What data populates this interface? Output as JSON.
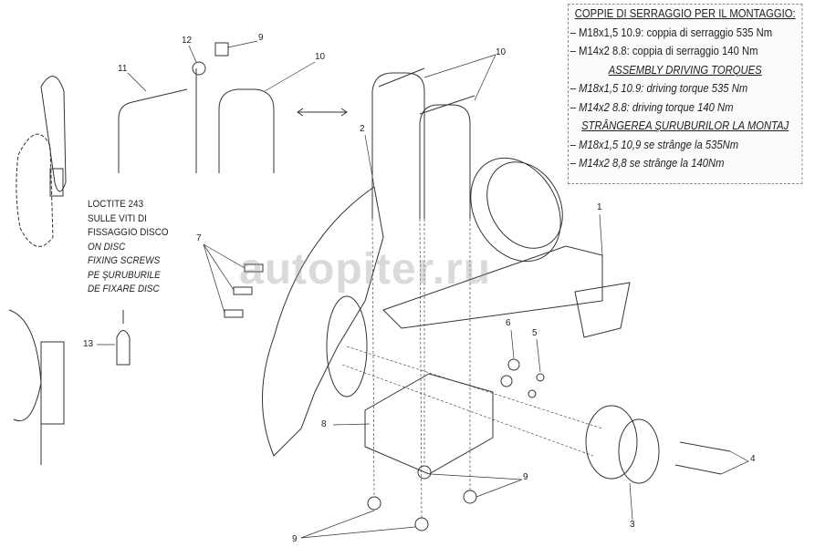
{
  "torque_box": {
    "it_title": "COPPIE DI SERRAGGIO PER IL MONTAGGIO:",
    "it_1": "– M18x1,5 10.9: coppia di serraggio 535 Nm",
    "it_2": "– M14x2 8.8: coppia di serraggio 140 Nm",
    "en_title": "ASSEMBLY DRIVING TORQUES",
    "en_1": "– M18x1,5 10.9: driving torque 535 Nm",
    "en_2": "– M14x2 8.8: driving torque 140 Nm",
    "ro_title": "STRÂNGEREA ŞURUBURILOR LA MONTAJ",
    "ro_1": "– M18x1,5 10,9 se strânge la 535Nm",
    "ro_2": "– M14x2 8,8 se strânge la 140Nm"
  },
  "loctite_note": {
    "l1": "LOCTITE 243",
    "l2": "SULLE VITI DI",
    "l3": "FISSAGGIO DISCO",
    "l4": "ON DISC",
    "l5": "FIXING SCREWS",
    "l6": "PE ŞURUBURILE",
    "l7": "DE FIXARE DISC"
  },
  "watermark": "autopiter.ru",
  "part_labels": [
    "11",
    "12",
    "9",
    "10",
    "10",
    "2",
    "1",
    "7",
    "6",
    "5",
    "13",
    "8",
    "4",
    "3",
    "9",
    "9"
  ]
}
